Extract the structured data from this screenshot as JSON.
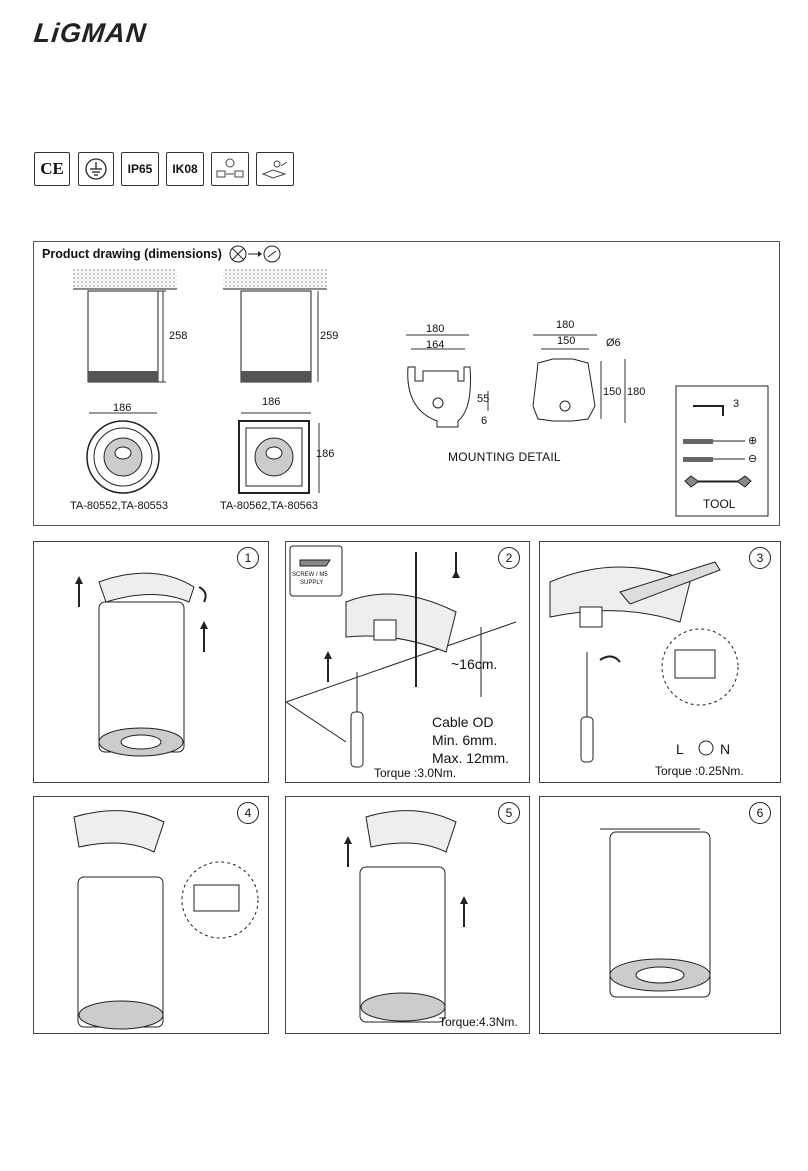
{
  "brand": "LiGMAN",
  "certifications": [
    "CE",
    "IP65",
    "IK08"
  ],
  "cert_icons": [
    "ce-mark",
    "earth-class-icon",
    "ip65-badge",
    "ik08-badge",
    "install-surface-icon",
    "mounting-icon"
  ],
  "product_section": {
    "title": "Product drawing (dimensions)",
    "round_model": {
      "height": "258",
      "diameter": "186",
      "models": "TA-80552,TA-80553"
    },
    "square_model": {
      "height": "259",
      "width": "186",
      "depth": "186",
      "models": "TA-80562,TA-80563"
    },
    "mounting_round": {
      "outer": "180",
      "inner": "164",
      "offset_a": "55",
      "offset_b": "6"
    },
    "mounting_square": {
      "outer": "180",
      "inner": "150",
      "hole": "Ø6",
      "height_inner": "150",
      "height_outer": "180"
    },
    "mounting_label": "MOUNTING DETAIL",
    "tool": {
      "label": "TOOL",
      "hex_size": "3",
      "phillips": "⊕",
      "flat": "⊖"
    }
  },
  "steps": [
    {
      "number": "1"
    },
    {
      "number": "2",
      "screw_label_1": "SCREW / M5",
      "screw_label_2": "SUPPLY",
      "cable_gap": "~16cm.",
      "cable_od": "Cable OD",
      "cable_min": "Min. 6mm.",
      "cable_max": "Max. 12mm.",
      "torque": "Torque :3.0Nm."
    },
    {
      "number": "3",
      "l": "L",
      "n": "N",
      "torque": "Torque :0.25Nm."
    },
    {
      "number": "4"
    },
    {
      "number": "5",
      "torque": "Torque:4.3Nm."
    },
    {
      "number": "6"
    }
  ]
}
